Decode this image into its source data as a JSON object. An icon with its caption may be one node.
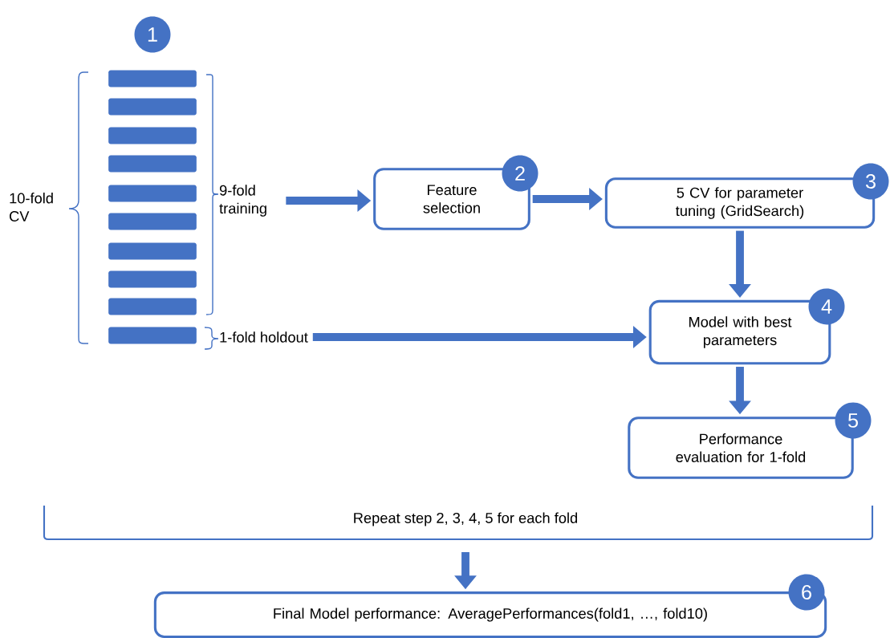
{
  "diagram": {
    "nodes": [
      {
        "text": [],
        "shape": "bar"
      },
      {
        "text": [],
        "shape": "bar"
      },
      {
        "text": [],
        "shape": "bar"
      },
      {
        "text": [],
        "shape": "bar"
      },
      {
        "text": [],
        "shape": "bar"
      },
      {
        "text": [],
        "shape": "bar"
      },
      {
        "text": [],
        "shape": "bar"
      },
      {
        "text": [],
        "shape": "bar"
      },
      {
        "text": [],
        "shape": "bar"
      },
      {
        "text": [],
        "shape": "bar"
      },
      {
        "text": [
          "9-fold training"
        ]
      },
      {
        "text": [
          "1-fold holdout"
        ]
      },
      {
        "text": [
          "Feature selection"
        ]
      },
      {
        "text": [
          "5 CV for parameter tuning (GridSearch)"
        ]
      },
      {
        "text": [
          "Model with best parameters"
        ]
      },
      {
        "text": [
          "Performance evaluation for 1-fold"
        ]
      },
      {
        "text": [
          "Final Model performance: AveragePerformances(fold1, …, fold10)"
        ]
      },
      {
        "text": [
          "1"
        ]
      },
      {
        "text": [
          "2"
        ]
      },
      {
        "text": [
          "3"
        ]
      },
      {
        "text": [
          "4"
        ]
      },
      {
        "text": [
          "5"
        ]
      },
      {
        "text": [
          "6"
        ]
      }
    ],
    "edges": [
      {
        "from": 10,
        "to": 12,
        "arrow": "to"
      },
      {
        "from": 12,
        "to": 13,
        "arrow": "to"
      },
      {
        "from": 13,
        "to": 14,
        "arrow": "to"
      },
      {
        "from": 11,
        "to": 14,
        "arrow": "to"
      },
      {
        "from": 14,
        "to": 15,
        "arrow": "to"
      },
      {
        "from": null,
        "to": 16,
        "arrow": "to"
      }
    ],
    "labels": [
      "10-fold CV",
      "Repeat step 2, 3, 4, 5 for each fold"
    ]
  }
}
